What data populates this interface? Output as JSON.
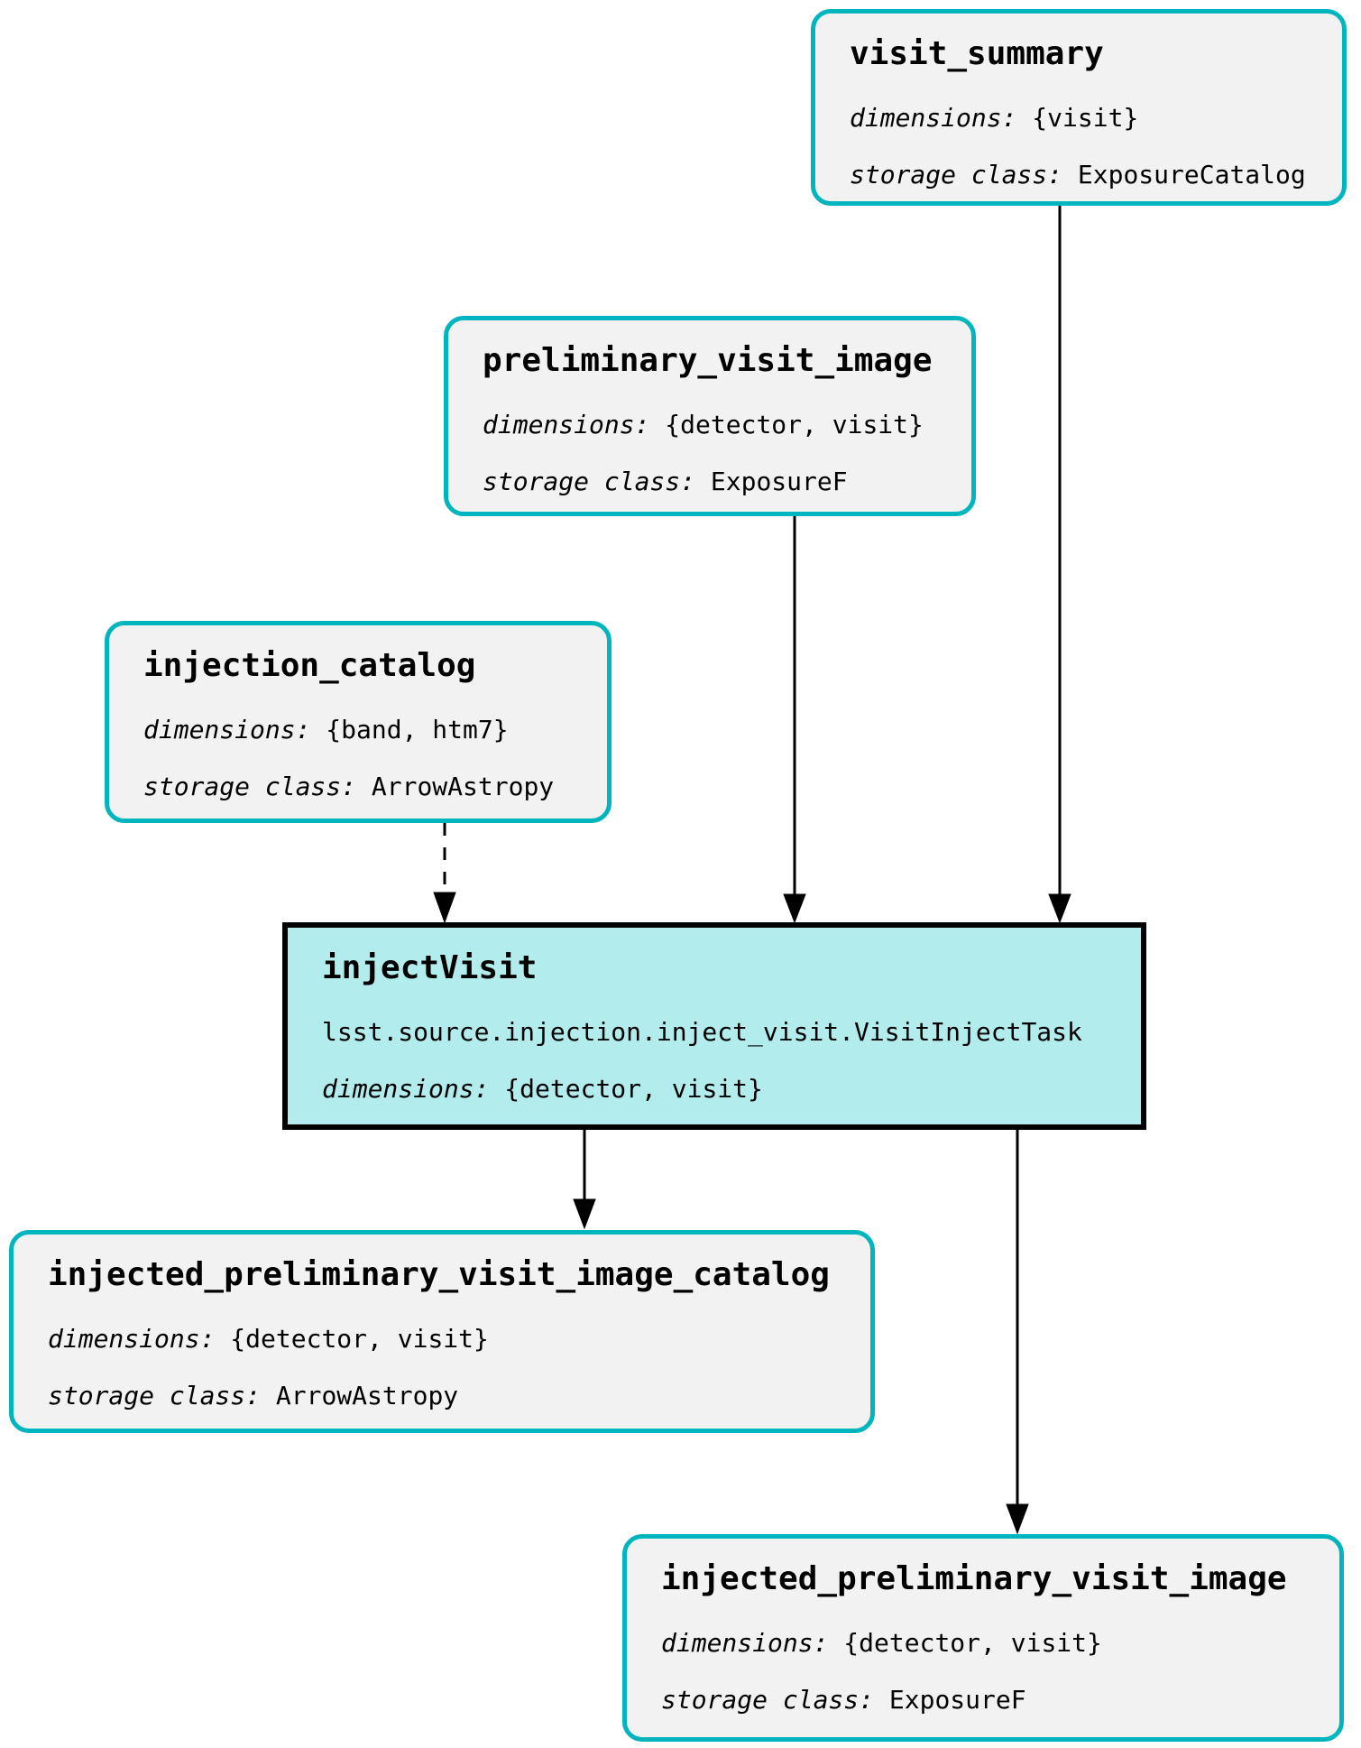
{
  "diagram": {
    "type": "pipeline-dataflow-graph",
    "colors": {
      "dataset_border": "#00B5BE",
      "dataset_fill": "#F2F2F2",
      "task_fill": "#B2ECEC",
      "task_border": "#000000",
      "edge": "#000000",
      "background": "#FFFFFF"
    },
    "nodes": {
      "visit_summary": {
        "kind": "dataset",
        "title": "visit_summary",
        "dimensions_label": "dimensions:",
        "dimensions_value": "{visit}",
        "storage_label": "storage class:",
        "storage_value": "ExposureCatalog"
      },
      "preliminary_visit_image": {
        "kind": "dataset",
        "title": "preliminary_visit_image",
        "dimensions_label": "dimensions:",
        "dimensions_value": "{detector, visit}",
        "storage_label": "storage class:",
        "storage_value": "ExposureF"
      },
      "injection_catalog": {
        "kind": "dataset",
        "title": "injection_catalog",
        "dimensions_label": "dimensions:",
        "dimensions_value": "{band, htm7}",
        "storage_label": "storage class:",
        "storage_value": "ArrowAstropy"
      },
      "injectVisit": {
        "kind": "task",
        "title": "injectVisit",
        "task_class": "lsst.source.injection.inject_visit.VisitInjectTask",
        "dimensions_label": "dimensions:",
        "dimensions_value": "{detector, visit}"
      },
      "injected_preliminary_visit_image_catalog": {
        "kind": "dataset",
        "title": "injected_preliminary_visit_image_catalog",
        "dimensions_label": "dimensions:",
        "dimensions_value": "{detector, visit}",
        "storage_label": "storage class:",
        "storage_value": "ArrowAstropy"
      },
      "injected_preliminary_visit_image": {
        "kind": "dataset",
        "title": "injected_preliminary_visit_image",
        "dimensions_label": "dimensions:",
        "dimensions_value": "{detector, visit}",
        "storage_label": "storage class:",
        "storage_value": "ExposureF"
      }
    },
    "edges": [
      {
        "from": "visit_summary",
        "to": "injectVisit",
        "style": "solid"
      },
      {
        "from": "preliminary_visit_image",
        "to": "injectVisit",
        "style": "solid"
      },
      {
        "from": "injection_catalog",
        "to": "injectVisit",
        "style": "dashed"
      },
      {
        "from": "injectVisit",
        "to": "injected_preliminary_visit_image_catalog",
        "style": "solid"
      },
      {
        "from": "injectVisit",
        "to": "injected_preliminary_visit_image",
        "style": "solid"
      }
    ]
  }
}
